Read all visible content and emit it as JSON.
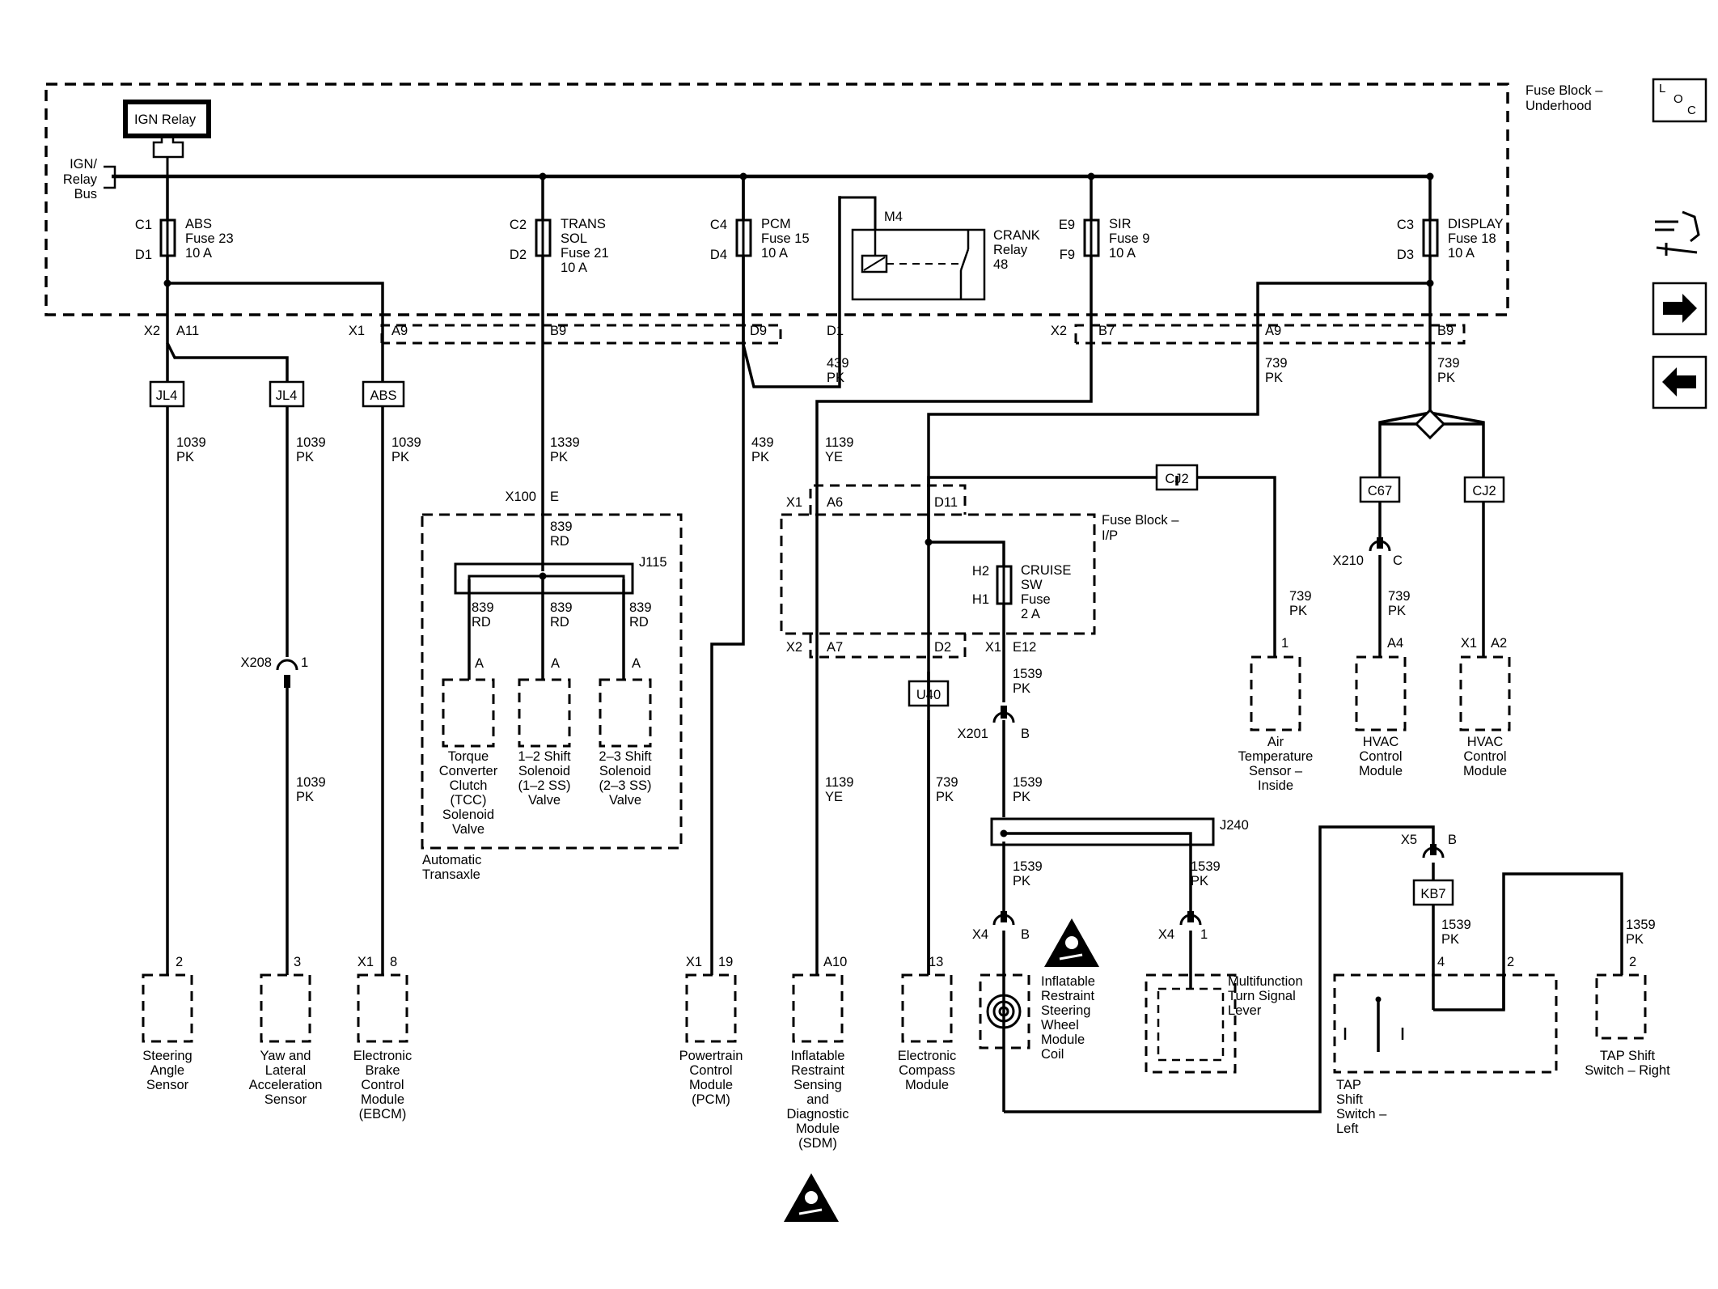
{
  "top_block": {
    "title": "Fuse Block –",
    "subtitle": "Underhood"
  },
  "ip_block": {
    "title": "Fuse Block –",
    "subtitle": "I/P"
  },
  "ign_relay": {
    "label": "IGN Relay"
  },
  "bus": {
    "l1": "IGN/",
    "l2": "Relay",
    "l3": "Bus"
  },
  "loc": {
    "l": "L",
    "o": "O",
    "c": "C"
  },
  "fuses": {
    "abs": {
      "top": "C1",
      "bot": "D1",
      "l1": "ABS",
      "l2": "Fuse 23",
      "l3": "10 A"
    },
    "trans": {
      "top": "C2",
      "bot": "D2",
      "l1": "TRANS",
      "l2": "SOL",
      "l3": "Fuse 21",
      "l4": "10 A"
    },
    "pcm": {
      "top": "C4",
      "bot": "D4",
      "l1": "PCM",
      "l2": "Fuse 15",
      "l3": "10 A"
    },
    "sir": {
      "top": "E9",
      "bot": "F9",
      "l1": "SIR",
      "l2": "Fuse 9",
      "l3": "10 A"
    },
    "display": {
      "top": "C3",
      "bot": "D3",
      "l1": "DISPLAY",
      "l2": "Fuse 18",
      "l3": "10 A"
    },
    "cruise": {
      "top": "H2",
      "bot": "H1",
      "l1": "CRUISE",
      "l2": "SW",
      "l3": "Fuse",
      "l4": "2 A"
    }
  },
  "crank_relay": {
    "id": "M4",
    "l1": "CRANK",
    "l2": "Relay",
    "l3": "48"
  },
  "pins": {
    "x2": "X2",
    "a11": "A11",
    "x1": "X1",
    "a9": "A9",
    "b9": "B9",
    "d9": "D9",
    "d1": "D1",
    "x2b": "X2",
    "b7": "B7",
    "a9b": "A9",
    "b9b": "B9",
    "x100": "X100",
    "e": "E",
    "x1ip": "X1",
    "a6": "A6",
    "d11": "D11",
    "x2ip": "X2",
    "a7": "A7",
    "d2": "D2",
    "x1e": "X1",
    "e12": "E12",
    "x208": "X208",
    "p1": "1",
    "x201": "X201",
    "pb": "B",
    "x210": "X210",
    "pc": "C",
    "x5": "X5",
    "pb2": "B",
    "x4": "X4",
    "pb3": "B",
    "x4b": "X4",
    "p1b": "1",
    "j115": "J115",
    "j240": "J240",
    "tcc_a": "A",
    "ss12_a": "A",
    "ss23_a": "A",
    "steer_p": "2",
    "yaw_p": "3",
    "ebcm_x": "X1",
    "ebcm_p": "8",
    "pcm_x": "X1",
    "pcm_p": "19",
    "sdm_p": "A10",
    "compass_p": "13",
    "ats_p": "1",
    "hvac1_p": "A4",
    "hvac2_x": "X1",
    "hvac2_p": "A2",
    "tapl_4": "4",
    "tapl_2": "2",
    "tapr_2": "2"
  },
  "wires": {
    "w1039_1": {
      "n": "1039",
      "c": "PK"
    },
    "w1039_2": {
      "n": "1039",
      "c": "PK"
    },
    "w1039_3": {
      "n": "1039",
      "c": "PK"
    },
    "w1039_4": {
      "n": "1039",
      "c": "PK"
    },
    "w1339": {
      "n": "1339",
      "c": "PK"
    },
    "w839_top": {
      "n": "839",
      "c": "RD"
    },
    "w839_1": {
      "n": "839",
      "c": "RD"
    },
    "w839_2": {
      "n": "839",
      "c": "RD"
    },
    "w839_3": {
      "n": "839",
      "c": "RD"
    },
    "w439_a": {
      "n": "439",
      "c": "PK"
    },
    "w439_b": {
      "n": "439",
      "c": "PK"
    },
    "w1139_a": {
      "n": "1139",
      "c": "YE"
    },
    "w1139_b": {
      "n": "1139",
      "c": "YE"
    },
    "w739_a": {
      "n": "739",
      "c": "PK"
    },
    "w739_b": {
      "n": "739",
      "c": "PK"
    },
    "w739_c": {
      "n": "739",
      "c": "PK"
    },
    "w739_d": {
      "n": "739",
      "c": "PK"
    },
    "w739_e": {
      "n": "739",
      "c": "PK"
    },
    "w1539_a": {
      "n": "1539",
      "c": "PK"
    },
    "w1539_b": {
      "n": "1539",
      "c": "PK"
    },
    "w1539_c": {
      "n": "1539",
      "c": "PK"
    },
    "w1539_d": {
      "n": "1539",
      "c": "PK"
    },
    "w1539_e": {
      "n": "1539",
      "c": "PK"
    },
    "w1359": {
      "n": "1359",
      "c": "PK"
    }
  },
  "options": {
    "jl4a": "JL4",
    "jl4b": "JL4",
    "abs": "ABS",
    "cj2a": "CJ2",
    "cj2b": "CJ2",
    "c67": "C67",
    "u40": "U40",
    "kb7": "KB7"
  },
  "components": {
    "steering": {
      "l1": "Steering",
      "l2": "Angle",
      "l3": "Sensor"
    },
    "yaw": {
      "l1": "Yaw and",
      "l2": "Lateral",
      "l3": "Acceleration",
      "l4": "Sensor"
    },
    "ebcm": {
      "l1": "Electronic",
      "l2": "Brake",
      "l3": "Control",
      "l4": "Module",
      "l5": "(EBCM)"
    },
    "tcc": {
      "l1": "Torque",
      "l2": "Converter",
      "l3": "Clutch",
      "l4": "(TCC)",
      "l5": "Solenoid",
      "l6": "Valve"
    },
    "ss12": {
      "l1": "1–2 Shift",
      "l2": "Solenoid",
      "l3": "(1–2 SS)",
      "l4": "Valve"
    },
    "ss23": {
      "l1": "2–3 Shift",
      "l2": "Solenoid",
      "l3": "(2–3 SS)",
      "l4": "Valve"
    },
    "transaxle": {
      "l1": "Automatic",
      "l2": "Transaxle"
    },
    "pcm": {
      "l1": "Powertrain",
      "l2": "Control",
      "l3": "Module",
      "l4": "(PCM)"
    },
    "sdm": {
      "l1": "Inflatable",
      "l2": "Restraint",
      "l3": "Sensing",
      "l4": "and",
      "l5": "Diagnostic",
      "l6": "Module",
      "l7": "(SDM)"
    },
    "compass": {
      "l1": "Electronic",
      "l2": "Compass",
      "l3": "Module"
    },
    "coil": {
      "l1": "Inflatable",
      "l2": "Restraint",
      "l3": "Steering",
      "l4": "Wheel",
      "l5": "Module",
      "l6": "Coil"
    },
    "turn": {
      "l1": "Multifunction",
      "l2": "Turn Signal",
      "l3": "Lever"
    },
    "ats": {
      "l1": "Air",
      "l2": "Temperature",
      "l3": "Sensor –",
      "l4": "Inside"
    },
    "hvac1": {
      "l1": "HVAC",
      "l2": "Control",
      "l3": "Module"
    },
    "hvac2": {
      "l1": "HVAC",
      "l2": "Control",
      "l3": "Module"
    },
    "tapl": {
      "l1": "TAP",
      "l2": "Shift",
      "l3": "Switch –",
      "l4": "Left"
    },
    "tapr": {
      "l1": "TAP Shift",
      "l2": "Switch – Right"
    }
  },
  "icons": [
    "loc-icon",
    "service-tools-icon",
    "next-arrow-icon",
    "previous-arrow-icon",
    "airbag-warning-icon"
  ]
}
